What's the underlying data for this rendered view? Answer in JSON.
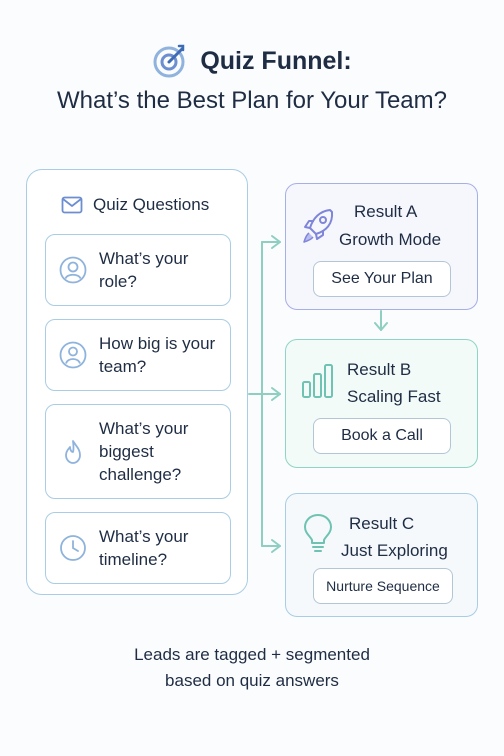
{
  "title": {
    "line1": "Quiz Funnel:",
    "line2": "What’s the Best Plan for Your Team?"
  },
  "questions_panel": {
    "heading": "Quiz Questions",
    "heading_icon": "mail-icon",
    "questions": [
      {
        "text": "What’s your role?",
        "icon": "user-icon"
      },
      {
        "text": "How big is your team?",
        "icon": "team-icon"
      },
      {
        "text": "What’s your biggest challenge?",
        "icon": "flame-icon"
      },
      {
        "text": "What’s your timeline?",
        "icon": "clock-icon"
      }
    ]
  },
  "results": [
    {
      "label": "Result A",
      "subtitle": "Growth Mode",
      "button": "See Your Plan",
      "icon": "rocket-icon",
      "color": "#a8aee6"
    },
    {
      "label": "Result B",
      "subtitle": "Scaling Fast",
      "button": "Book a Call",
      "icon": "bar-chart-icon",
      "color": "#8fd4c6"
    },
    {
      "label": "Result C",
      "subtitle": "Just Exploring",
      "button": "Nurture Sequence",
      "icon": "lightbulb-icon",
      "color": "#a9cde4"
    }
  ],
  "footer": {
    "line1": "Leads are tagged + segmented",
    "line2": "based on quiz answers"
  },
  "colors": {
    "text": "#1f2d44",
    "border_blue": "#a9cde4",
    "connector": "#8fcfc2",
    "accent_icon": "#6d8fd0"
  }
}
